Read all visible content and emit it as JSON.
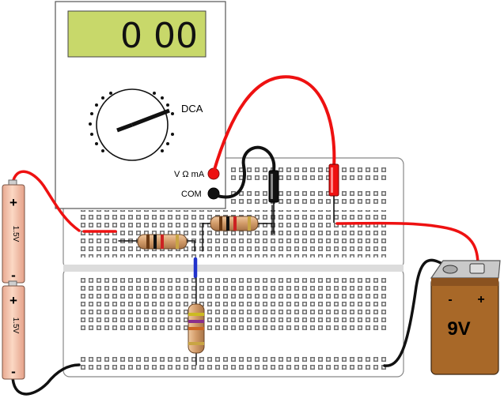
{
  "multimeter": {
    "display": "0 00",
    "mode": "DCA",
    "jack_v_ohm_ma": "V Ω mA",
    "jack_com": "COM"
  },
  "battery_cells": [
    {
      "plus": "+",
      "voltage": "1.5V",
      "minus": "-"
    },
    {
      "plus": "+",
      "voltage": "1.5V",
      "minus": "-"
    }
  ],
  "battery_9v": {
    "label": "9V",
    "minus": "-",
    "plus": "+"
  },
  "colors": {
    "lcd": "#c8d86a",
    "battery_cell": "#f4c8b0",
    "battery_9v": "#a86828",
    "wire_red": "#ee1111",
    "wire_black": "#111111",
    "wire_blue": "#2233cc",
    "resistor_body": "#d9a877",
    "breadboard": "#ffffff"
  }
}
